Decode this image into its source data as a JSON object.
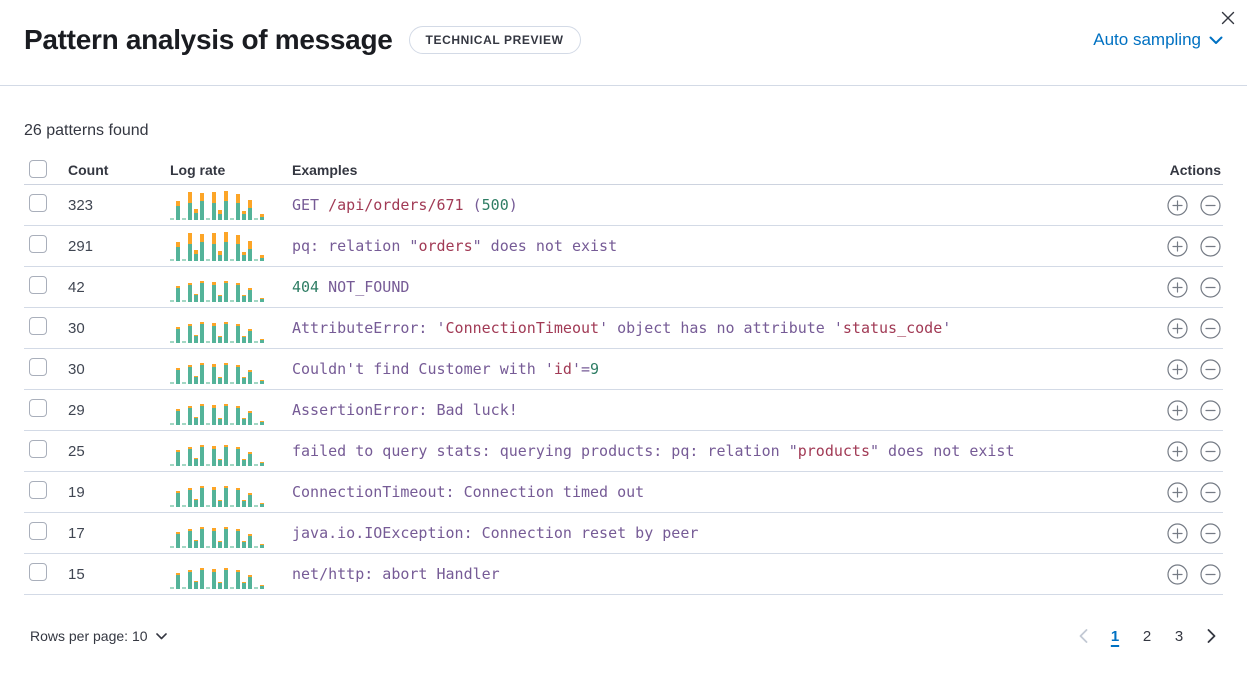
{
  "header": {
    "title": "Pattern analysis of message",
    "badge": "TECHNICAL PREVIEW",
    "sampling_label": "Auto sampling"
  },
  "summary": {
    "patterns_found": "26 patterns found"
  },
  "icons": {
    "close": "✕",
    "chevron_down": "⌄",
    "filter_in": "⊕",
    "filter_out": "⊖",
    "chevron_left": "‹",
    "chevron_right": "›"
  },
  "colors": {
    "link_blue": "#0071C2",
    "border": "#D3DAE6",
    "bar_green": "#54B399",
    "bar_green_faded": "#A3D7C4",
    "bar_orange": "#FCA527",
    "code_purple": "#765B96",
    "code_red": "#A13A55",
    "code_green": "#2E7D64"
  },
  "table": {
    "columns": {
      "count": "Count",
      "log_rate": "Log rate",
      "examples": "Examples",
      "actions": "Actions"
    },
    "rows": [
      {
        "count": "323",
        "spark": "high",
        "example": [
          {
            "t": "GET ",
            "c": "p"
          },
          {
            "t": "/api/orders/671",
            "c": "r"
          },
          {
            "t": " (",
            "c": "p"
          },
          {
            "t": "500",
            "c": "g"
          },
          {
            "t": ")",
            "c": "p"
          }
        ]
      },
      {
        "count": "291",
        "spark": "high",
        "example": [
          {
            "t": "pq: relation \"",
            "c": "p"
          },
          {
            "t": "orders",
            "c": "r"
          },
          {
            "t": "\" does not exist",
            "c": "p"
          }
        ]
      },
      {
        "count": "42",
        "spark": "low",
        "example": [
          {
            "t": "404",
            "c": "g"
          },
          {
            "t": " NOT_FOUND",
            "c": "p"
          }
        ]
      },
      {
        "count": "30",
        "spark": "low",
        "example": [
          {
            "t": "AttributeError: '",
            "c": "p"
          },
          {
            "t": "ConnectionTimeout",
            "c": "r"
          },
          {
            "t": "' object has no attribute '",
            "c": "p"
          },
          {
            "t": "status_code",
            "c": "r"
          },
          {
            "t": "'",
            "c": "p"
          }
        ]
      },
      {
        "count": "30",
        "spark": "low",
        "example": [
          {
            "t": "Couldn't find Customer with '",
            "c": "p"
          },
          {
            "t": "id",
            "c": "r"
          },
          {
            "t": "'=",
            "c": "p"
          },
          {
            "t": "9",
            "c": "g"
          }
        ]
      },
      {
        "count": "29",
        "spark": "low",
        "example": [
          {
            "t": "AssertionError: Bad luck!",
            "c": "p"
          }
        ]
      },
      {
        "count": "25",
        "spark": "low",
        "example": [
          {
            "t": "failed to query stats: querying products: pq: relation \"",
            "c": "p"
          },
          {
            "t": "products",
            "c": "r"
          },
          {
            "t": "\" does not exist",
            "c": "p"
          }
        ]
      },
      {
        "count": "19",
        "spark": "low",
        "example": [
          {
            "t": "ConnectionTimeout: Connection timed out",
            "c": "p"
          }
        ]
      },
      {
        "count": "17",
        "spark": "low",
        "example": [
          {
            "t": "java.io.IOException: Connection reset by peer",
            "c": "p"
          }
        ]
      },
      {
        "count": "15",
        "spark": "low",
        "example": [
          {
            "t": "net/http: abort Handler",
            "c": "p"
          }
        ]
      }
    ]
  },
  "sparkline_patterns": {
    "high": [
      [
        7,
        0
      ],
      [
        46,
        16
      ],
      [
        7,
        0
      ],
      [
        58,
        36
      ],
      [
        24,
        13
      ],
      [
        62,
        27
      ],
      [
        7,
        0
      ],
      [
        56,
        38
      ],
      [
        21,
        13
      ],
      [
        62,
        32
      ],
      [
        7,
        0
      ],
      [
        56,
        30
      ],
      [
        19,
        10
      ],
      [
        41,
        27
      ],
      [
        7,
        0
      ],
      [
        11,
        9
      ]
    ],
    "low": [
      [
        7,
        0
      ],
      [
        46,
        5
      ],
      [
        7,
        0
      ],
      [
        58,
        7
      ],
      [
        24,
        3
      ],
      [
        62,
        5
      ],
      [
        7,
        0
      ],
      [
        56,
        9
      ],
      [
        21,
        3
      ],
      [
        62,
        5
      ],
      [
        7,
        0
      ],
      [
        56,
        7
      ],
      [
        19,
        2
      ],
      [
        41,
        7
      ],
      [
        7,
        0
      ],
      [
        11,
        4
      ]
    ]
  },
  "footer": {
    "rows_per_page_label": "Rows per page: 10",
    "pages": [
      "1",
      "2",
      "3"
    ],
    "active_page": "1"
  }
}
